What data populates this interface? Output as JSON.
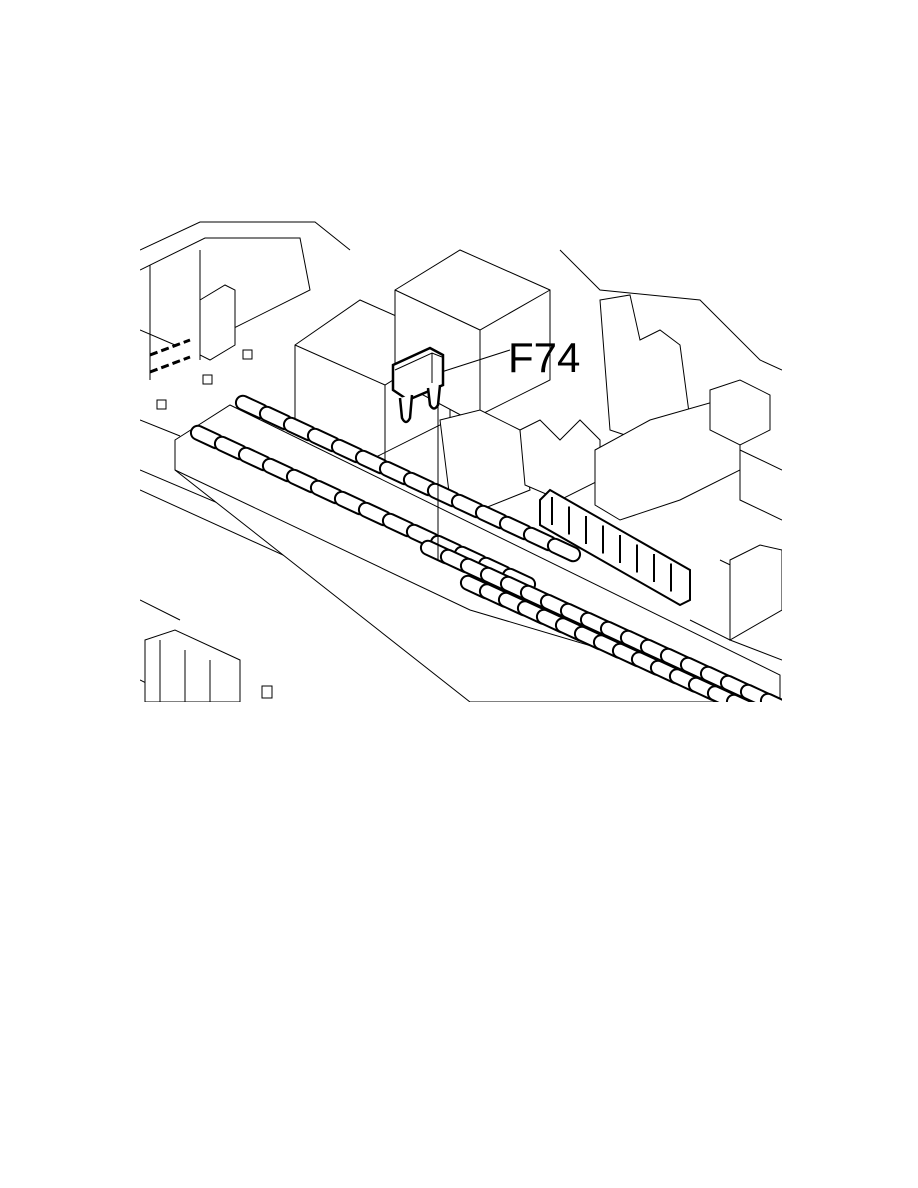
{
  "diagram": {
    "callout_label": "F74",
    "fuse_rows": {
      "upper_row_count": 14,
      "lower_row_count": 18
    },
    "colors": {
      "line": "#000000",
      "background": "#ffffff"
    }
  }
}
